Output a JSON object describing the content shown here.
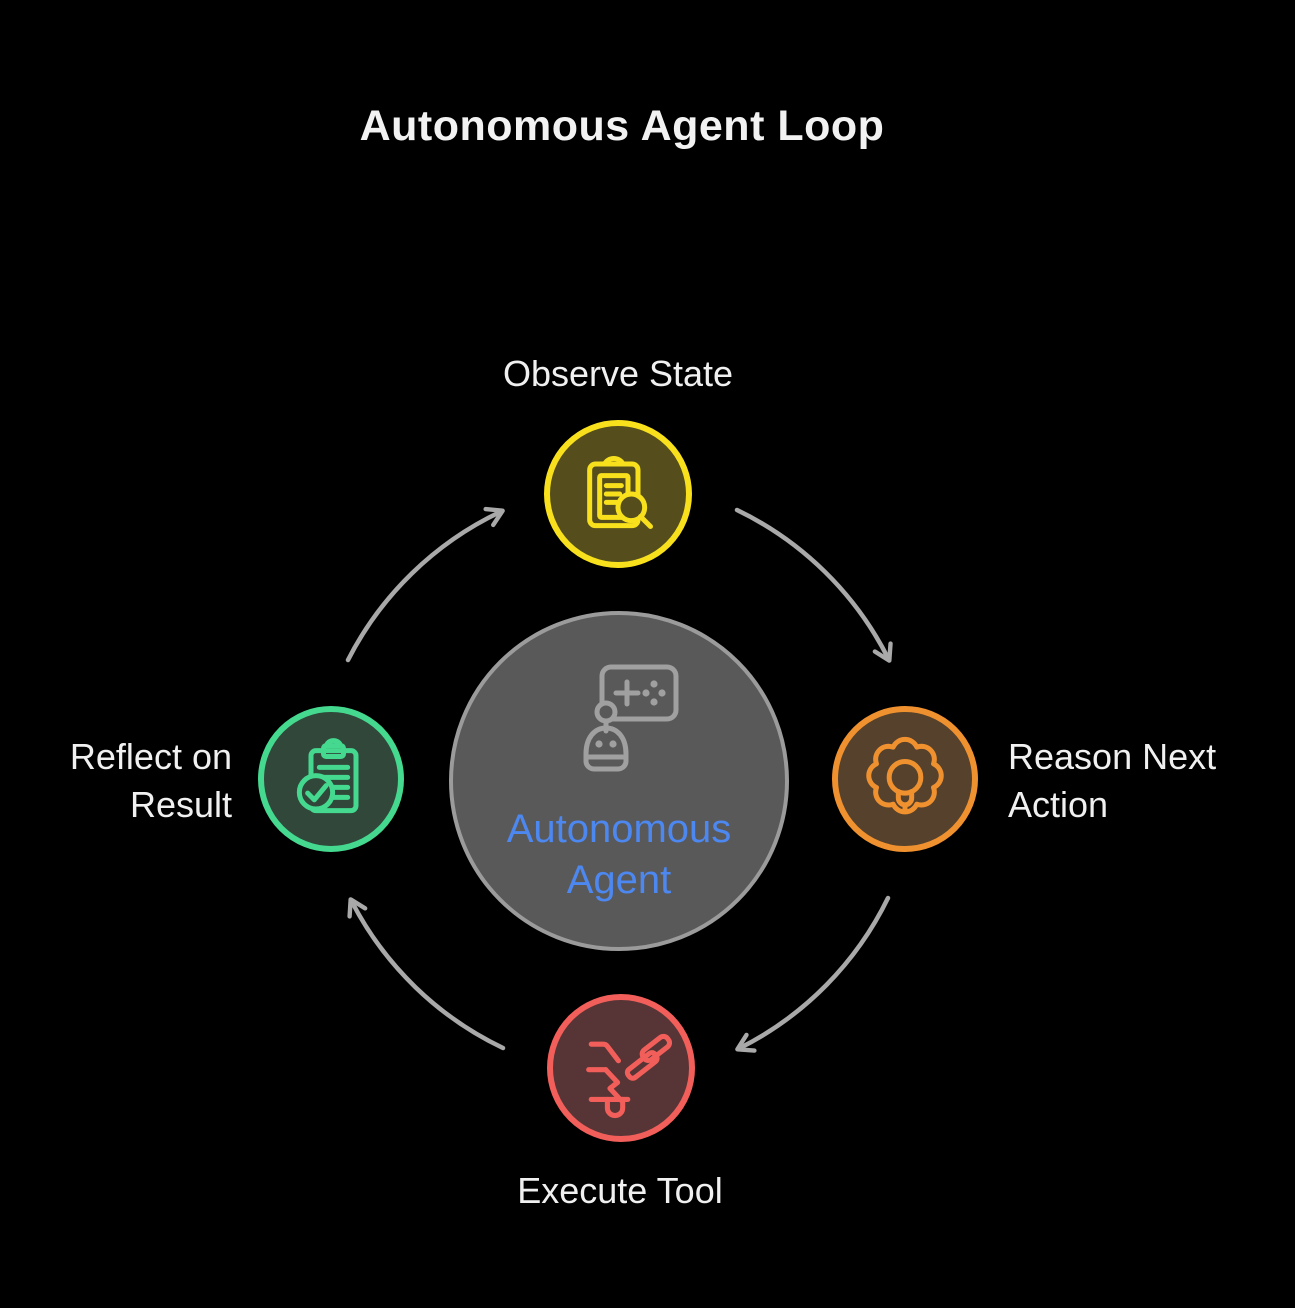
{
  "title": "Autonomous Agent Loop",
  "background": "#000000",
  "label_color": "#f0f0f0",
  "center": {
    "label": "Autonomous Agent",
    "lines": [
      "Autonomous",
      "Agent"
    ],
    "icon": "robot-agent-icon",
    "text_color": "#4d87f0",
    "fill": "#595959",
    "stroke": "#9b9b9b"
  },
  "nodes": [
    {
      "id": "observe-state",
      "label": "Observe State",
      "lines": [
        "Observe State"
      ],
      "icon": "clipboard-search-icon",
      "accent": "#f8e11c",
      "fill": "#554e1c",
      "position": "top"
    },
    {
      "id": "reason-next-action",
      "label": "Reason Next Action",
      "lines": [
        "Reason Next",
        "Action"
      ],
      "icon": "gear-lightbulb-icon",
      "accent": "#f0912f",
      "fill": "#55412c",
      "position": "right"
    },
    {
      "id": "execute-tool",
      "label": "Execute Tool",
      "lines": [
        "Execute Tool"
      ],
      "icon": "hand-gavel-icon",
      "accent": "#f25f5a",
      "fill": "#573435",
      "position": "bottom"
    },
    {
      "id": "reflect-on-result",
      "label": "Reflect on Result",
      "lines": [
        "Reflect on",
        "Result"
      ],
      "icon": "clipboard-check-icon",
      "accent": "#44d98f",
      "fill": "#30473a",
      "position": "left"
    }
  ],
  "arrows": {
    "color": "#a9a9a9",
    "style": "curved",
    "direction": "clockwise",
    "count": 4
  }
}
